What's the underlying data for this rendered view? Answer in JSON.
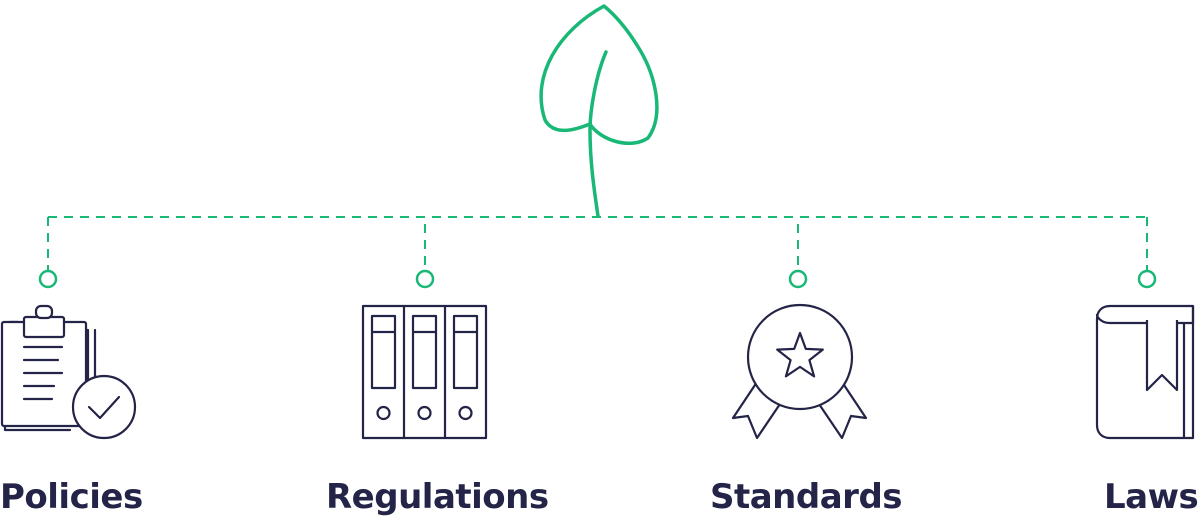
{
  "colors": {
    "accent_green": "#19b877",
    "navy": "#232447",
    "background": "#ffffff"
  },
  "root": {
    "icon": "leaf-icon"
  },
  "categories": [
    {
      "id": "policies",
      "label": "Policies",
      "icon": "clipboard-check-icon"
    },
    {
      "id": "regulations",
      "label": "Regulations",
      "icon": "binders-icon"
    },
    {
      "id": "standards",
      "label": "Standards",
      "icon": "award-ribbon-icon"
    },
    {
      "id": "laws",
      "label": "Laws",
      "icon": "book-bookmark-icon"
    }
  ]
}
